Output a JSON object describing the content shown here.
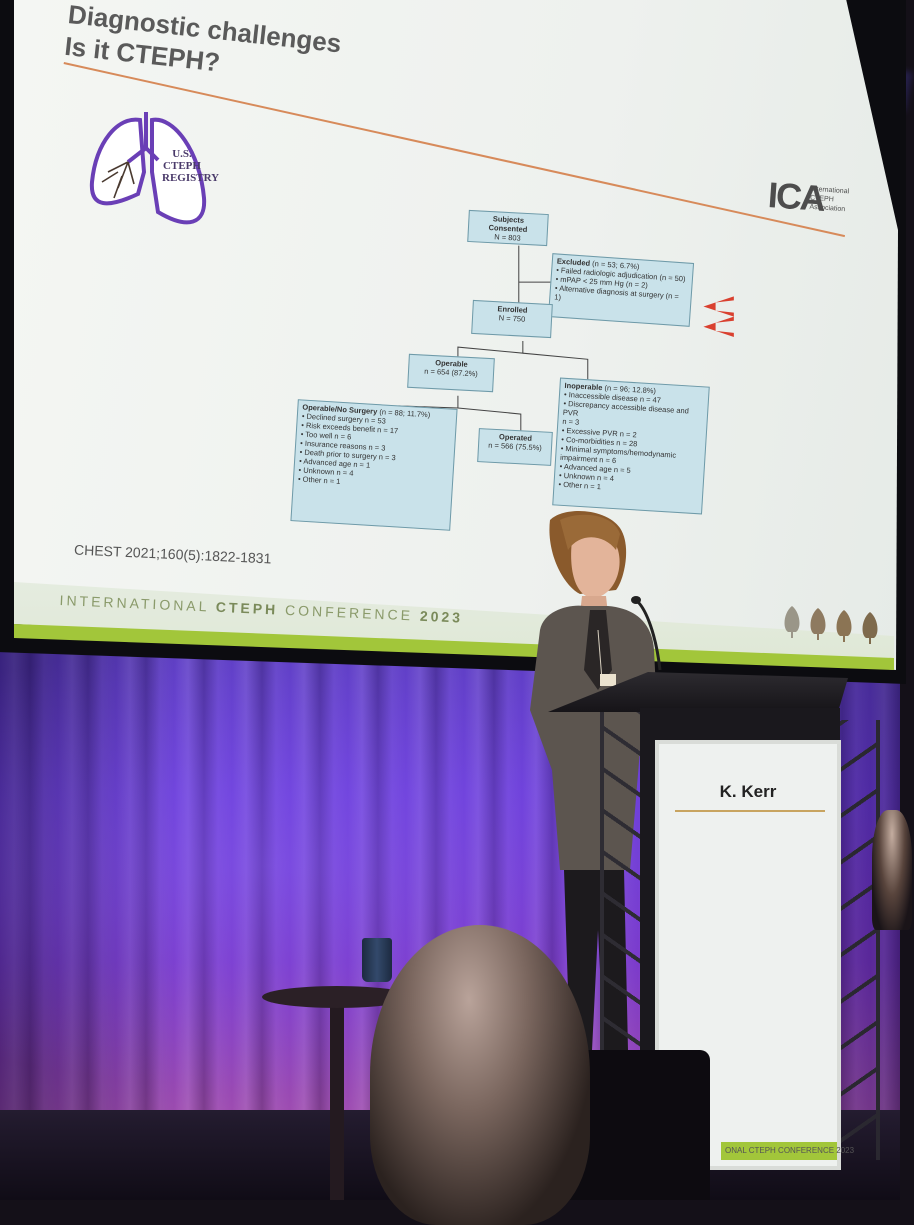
{
  "slide": {
    "title_line1": "Diagnostic challenges",
    "title_line2": "Is it CTEPH?",
    "registry_logo": {
      "line1": "U.S.",
      "line2": "CTEPH",
      "line3": "REGISTRY"
    },
    "ica_logo": {
      "mark": "ICA",
      "line1": "International",
      "line2": "CTEPH",
      "line3": "Association"
    },
    "flowchart": {
      "consented": {
        "title": "Subjects Consented",
        "line": "N = 803"
      },
      "excluded": {
        "title": "Excluded",
        "title_suffix": " (n = 53; 6.7%)",
        "items": [
          "• Failed radiologic adjudication (n = 50)",
          "• mPAP < 25 mm Hg (n = 2)",
          "• Alternative diagnosis at surgery (n = 1)"
        ]
      },
      "enrolled": {
        "title": "Enrolled",
        "line": "N = 750"
      },
      "operable": {
        "title": "Operable",
        "line": "n = 654 (87.2%)"
      },
      "inoperable": {
        "title": "Inoperable",
        "title_suffix": " (n = 96; 12.8%)",
        "items": [
          "• Inaccessible disease n = 47",
          "• Discrepancy accessible disease and PVR",
          "  n = 3",
          "• Excessive PVR n = 2",
          "• Co-morbidities n = 28",
          "• Minimal symptoms/hemodynamic",
          "  impairment n = 6",
          "• Advanced age n = 5",
          "• Unknown n = 4",
          "• Other n = 1"
        ]
      },
      "no_surgery": {
        "title": "Operable/No Surgery",
        "title_suffix": " (n = 88; 11.7%)",
        "items": [
          "• Declined surgery n = 53",
          "• Risk exceeds benefit n = 17",
          "• Too well n = 6",
          "• Insurance reasons n = 3",
          "• Death prior to surgery n = 3",
          "• Advanced age n = 1",
          "• Unknown n = 4",
          "• Other n = 1"
        ]
      },
      "operated": {
        "title": "Operated",
        "line": "n = 566 (75.5%)"
      }
    },
    "citation": "CHEST 2021;160(5):1822-1831",
    "footer": {
      "part1": "INTERNATIONAL ",
      "part2": "CTEPH",
      "part3": " CONFERENCE ",
      "part4": "2023"
    },
    "accent_color": "#a2c63a",
    "box_color": "#c9e2ea",
    "arrow_color": "#d9402f"
  },
  "podium": {
    "name": "K. Kerr",
    "band": "ONAL CTEPH CONFERENCE 2023"
  },
  "colors": {
    "curtain": "#6b3bd6",
    "ceiling_light": "#5a54ff"
  }
}
